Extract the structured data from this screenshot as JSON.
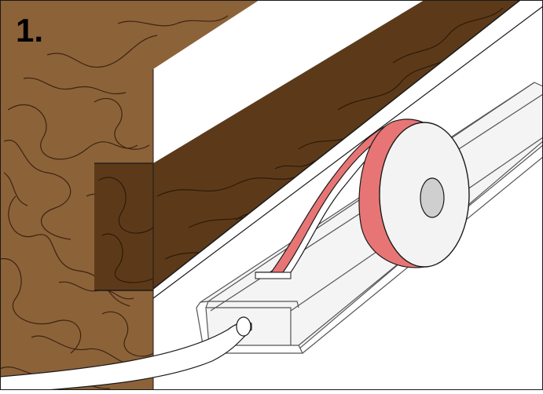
{
  "step_label": "1.",
  "colors": {
    "wood_light": "#8c6239",
    "wood_dark": "#5c3a19",
    "wood_grain": "#3d2410",
    "wall_white": "#ffffff",
    "profile_fill": "#f4f4f4",
    "profile_stroke": "#555555",
    "tape_red": "#e87575",
    "tape_red_dark": "#c95757",
    "roll_face": "#f3f3f3",
    "roll_core": "#cfcfcf",
    "cable": "#ffffff",
    "outline": "#1a1a1a"
  },
  "icons": [
    "wood-beam",
    "aluminum-led-profile",
    "adhesive-tape-roll",
    "power-cable"
  ]
}
